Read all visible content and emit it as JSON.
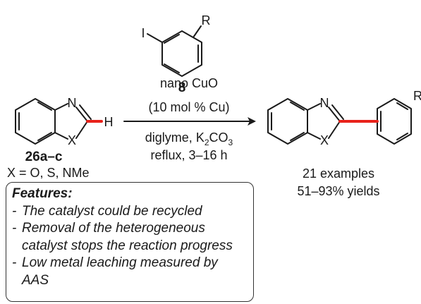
{
  "reagent": {
    "label": "8",
    "substituent": "R",
    "halogen": "I"
  },
  "substrate": {
    "label": "26a–c",
    "n_atom": "N",
    "x_atom": "X",
    "h_atom": "H",
    "x_definition": "X = O, S, NMe"
  },
  "product": {
    "n_atom": "N",
    "x_atom": "X",
    "substituent": "R"
  },
  "conditions": {
    "catalyst": "nano CuO",
    "loading": "(10 mol % Cu)",
    "solvent": "diglyme, ",
    "base_main": "K",
    "base_sub1": "2",
    "base_co": "CO",
    "base_sub2": "3",
    "temperature": "reflux, 3–16 h"
  },
  "result": {
    "examples": "21 examples",
    "yields": "51–93% yields"
  },
  "features": {
    "title": "Features:",
    "items": [
      {
        "dash": "-",
        "text": "The catalyst could be recycled"
      },
      {
        "dash": "-",
        "text": "Removal of the heterogeneous catalyst stops the reaction progress"
      },
      {
        "dash": "-",
        "text": "Low metal leaching measured by AAS"
      }
    ]
  },
  "colors": {
    "bond_highlight": "#e8221b",
    "ink": "#1a1a1a"
  }
}
